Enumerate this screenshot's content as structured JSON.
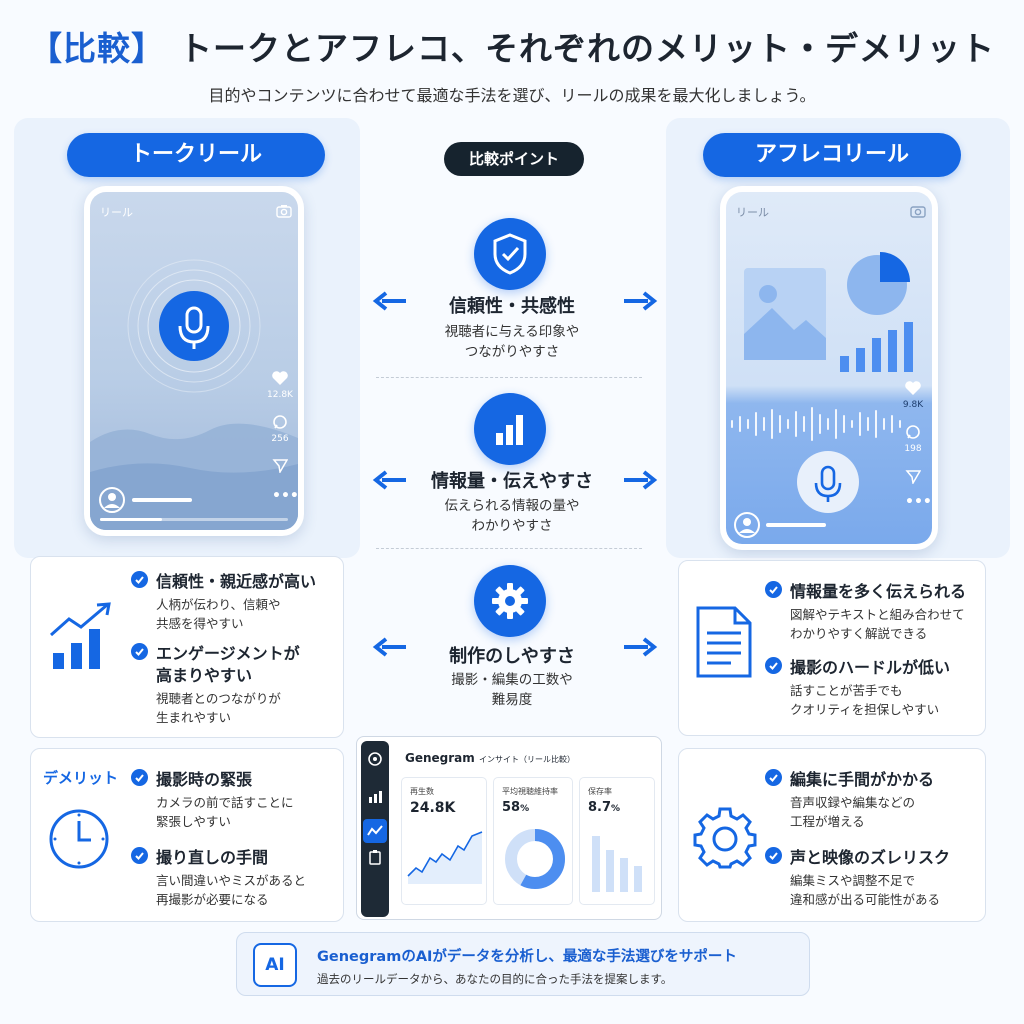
{
  "header": {
    "tag": "【比較】",
    "title": "トークとアフレコ、それぞれのメリット・デメリット",
    "subtitle": "目的やコンテンツに合わせて最適な手法を選び、リールの成果を最大化しましょう。"
  },
  "compare_label": "比較ポイント",
  "talk": {
    "label": "トークリール",
    "phone": {
      "app_label": "リール",
      "likes": "12.8K",
      "comments": "256"
    },
    "merits": [
      {
        "title": "信頼性・親近感が高い",
        "desc": [
          "人柄が伝わり、信頼や",
          "共感を得やすい"
        ]
      },
      {
        "title": "エンゲージメントが高まりやすい",
        "title_lines": [
          "エンゲージメントが",
          "高まりやすい"
        ],
        "desc": [
          "視聴者とのつながりが",
          "生まれやすい"
        ]
      }
    ],
    "demerit_label": "デメリット",
    "demerits": [
      {
        "title": "撮影時の緊張",
        "desc": [
          "カメラの前で話すことに",
          "緊張しやすい"
        ]
      },
      {
        "title": "撮り直しの手間",
        "desc": [
          "言い間違いやミスがあると",
          "再撮影が必要になる"
        ]
      }
    ]
  },
  "voice": {
    "label": "アフレコリール",
    "phone": {
      "app_label": "リール",
      "likes": "9.8K",
      "comments": "198"
    },
    "merits": [
      {
        "title": "情報量を多く伝えられる",
        "desc": [
          "図解やテキストと組み合わせて",
          "わかりやすく解説できる"
        ]
      },
      {
        "title": "撮影のハードルが低い",
        "desc": [
          "話すことが苦手でも",
          "クオリティを担保しやすい"
        ]
      }
    ],
    "demerits": [
      {
        "title": "編集に手間がかかる",
        "desc": [
          "音声収録や編集などの",
          "工程が増える"
        ]
      },
      {
        "title": "声と映像のズレリスク",
        "desc": [
          "編集ミスや調整不足で",
          "違和感が出る可能性がある"
        ]
      }
    ]
  },
  "points": [
    {
      "title": "信頼性・共感性",
      "desc": [
        "視聴者に与える印象や",
        "つながりやすさ"
      ],
      "icon": "shield-check-icon"
    },
    {
      "title": "情報量・伝えやすさ",
      "desc": [
        "伝えられる情報の量や",
        "わかりやすさ"
      ],
      "icon": "bar-chart-icon"
    },
    {
      "title": "制作のしやすさ",
      "desc": [
        "撮影・編集の工数や",
        "難易度"
      ],
      "icon": "gear-icon"
    }
  ],
  "dashboard": {
    "title": "Genegram",
    "subtitle": "インサイト（リール比較）",
    "metrics": [
      {
        "label": "再生数",
        "value": "24.8K"
      },
      {
        "label": "平均視聴維持率",
        "value": "58",
        "unit": "%"
      },
      {
        "label": "保存率",
        "value": "8.7",
        "unit": "%"
      }
    ],
    "retention_fraction": 0.58
  },
  "footer": {
    "badge": "AI",
    "title": "GenegramのAIがデータを分析し、最適な手法選びをサポート",
    "desc": "過去のリールデータから、あなたの目的に合った手法を提案します。"
  },
  "colors": {
    "accent": "#1567e3",
    "dark": "#16232e"
  }
}
